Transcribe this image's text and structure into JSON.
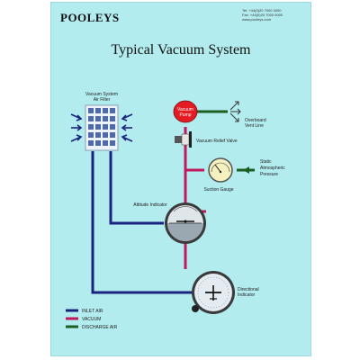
{
  "poster": {
    "brand": "POOLEYS",
    "contact": [
      "Tel: +44(0)20 7000 0000",
      "Fax: +44(0)20 7000 0000",
      "www.pooleys.com"
    ],
    "title": "Typical Vacuum System"
  },
  "labels": {
    "filter": [
      "Vacuum System",
      "Air Filter"
    ],
    "pump": [
      "Vacuum",
      "Pump"
    ],
    "overboard": [
      "Overboard",
      "Vent Line"
    ],
    "relief": "Vacuum Relief Valve",
    "static": [
      "Static",
      "Atmospheric",
      "Pressure"
    ],
    "suction": "Suction Gauge",
    "attitude": "Attitude Indicator",
    "directional": [
      "Directional",
      "Indicator"
    ]
  },
  "legend": [
    {
      "label": "INLET AIR",
      "color": "#1a237e"
    },
    {
      "label": "VACUUM",
      "color": "#c2185b"
    },
    {
      "label": "DISCHARGE AIR",
      "color": "#1b5e20"
    }
  ],
  "colors": {
    "inlet": "#1a237e",
    "vacuum": "#c2185b",
    "discharge": "#1b5e20",
    "pump": "#e31b23",
    "background": "#b3ecef"
  }
}
